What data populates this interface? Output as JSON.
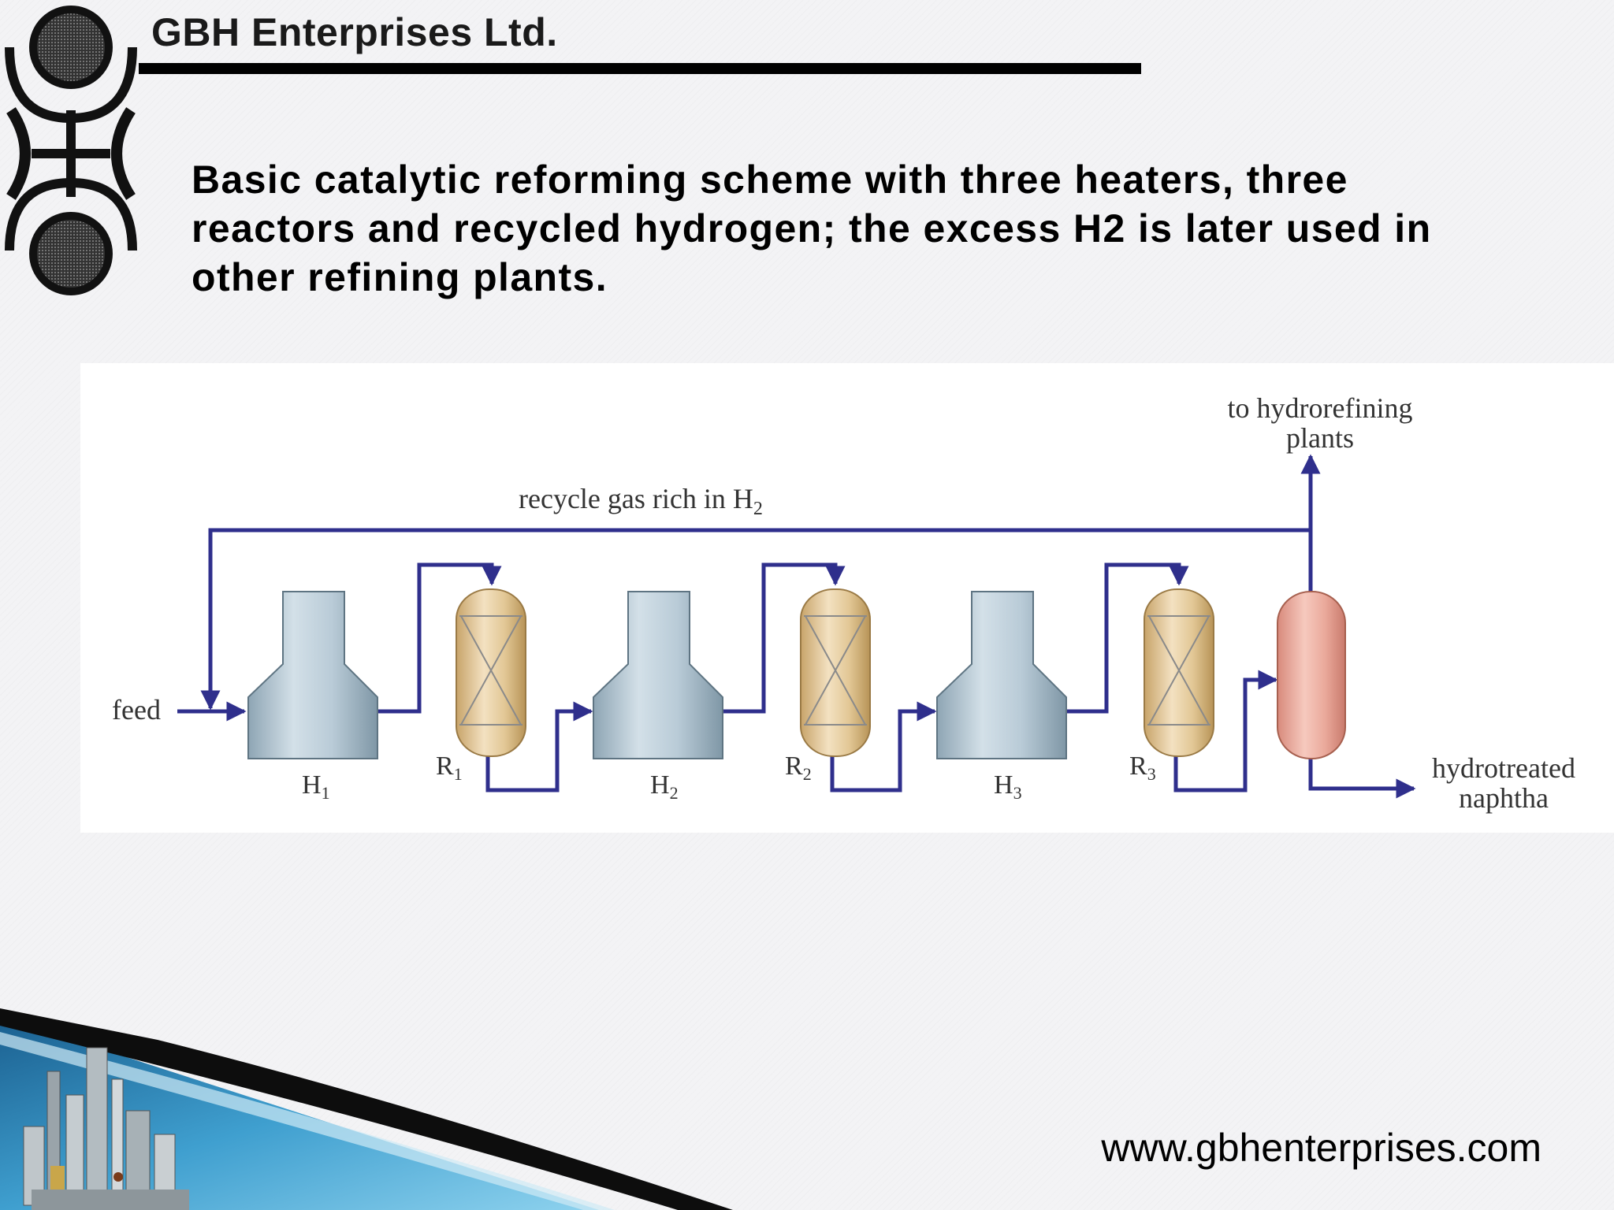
{
  "header": {
    "company_name": "GBH Enterprises Ltd."
  },
  "title": "Basic catalytic reforming scheme with three heaters, three reactors and recycled hydrogen; the excess H2 is later used in other refining plants.",
  "diagram": {
    "labels": {
      "feed": "feed",
      "recycle": "recycle gas rich in H",
      "recycle_sub": "2",
      "top_line1": "to hydrorefining",
      "top_line2": "plants",
      "out_line1": "hydrotreated",
      "out_line2": "naphtha"
    },
    "heaters": [
      {
        "label": "H",
        "sub": "1"
      },
      {
        "label": "H",
        "sub": "2"
      },
      {
        "label": "H",
        "sub": "3"
      }
    ],
    "reactors": [
      {
        "label": "R",
        "sub": "1"
      },
      {
        "label": "R",
        "sub": "2"
      },
      {
        "label": "R",
        "sub": "3"
      }
    ],
    "colors": {
      "pipe": "#2f2f8c",
      "heater": "#a9bfcd",
      "reactor": "#ddc090",
      "separator": "#e8a89c"
    }
  },
  "footer": {
    "website": "www.gbhenterprises.com"
  }
}
